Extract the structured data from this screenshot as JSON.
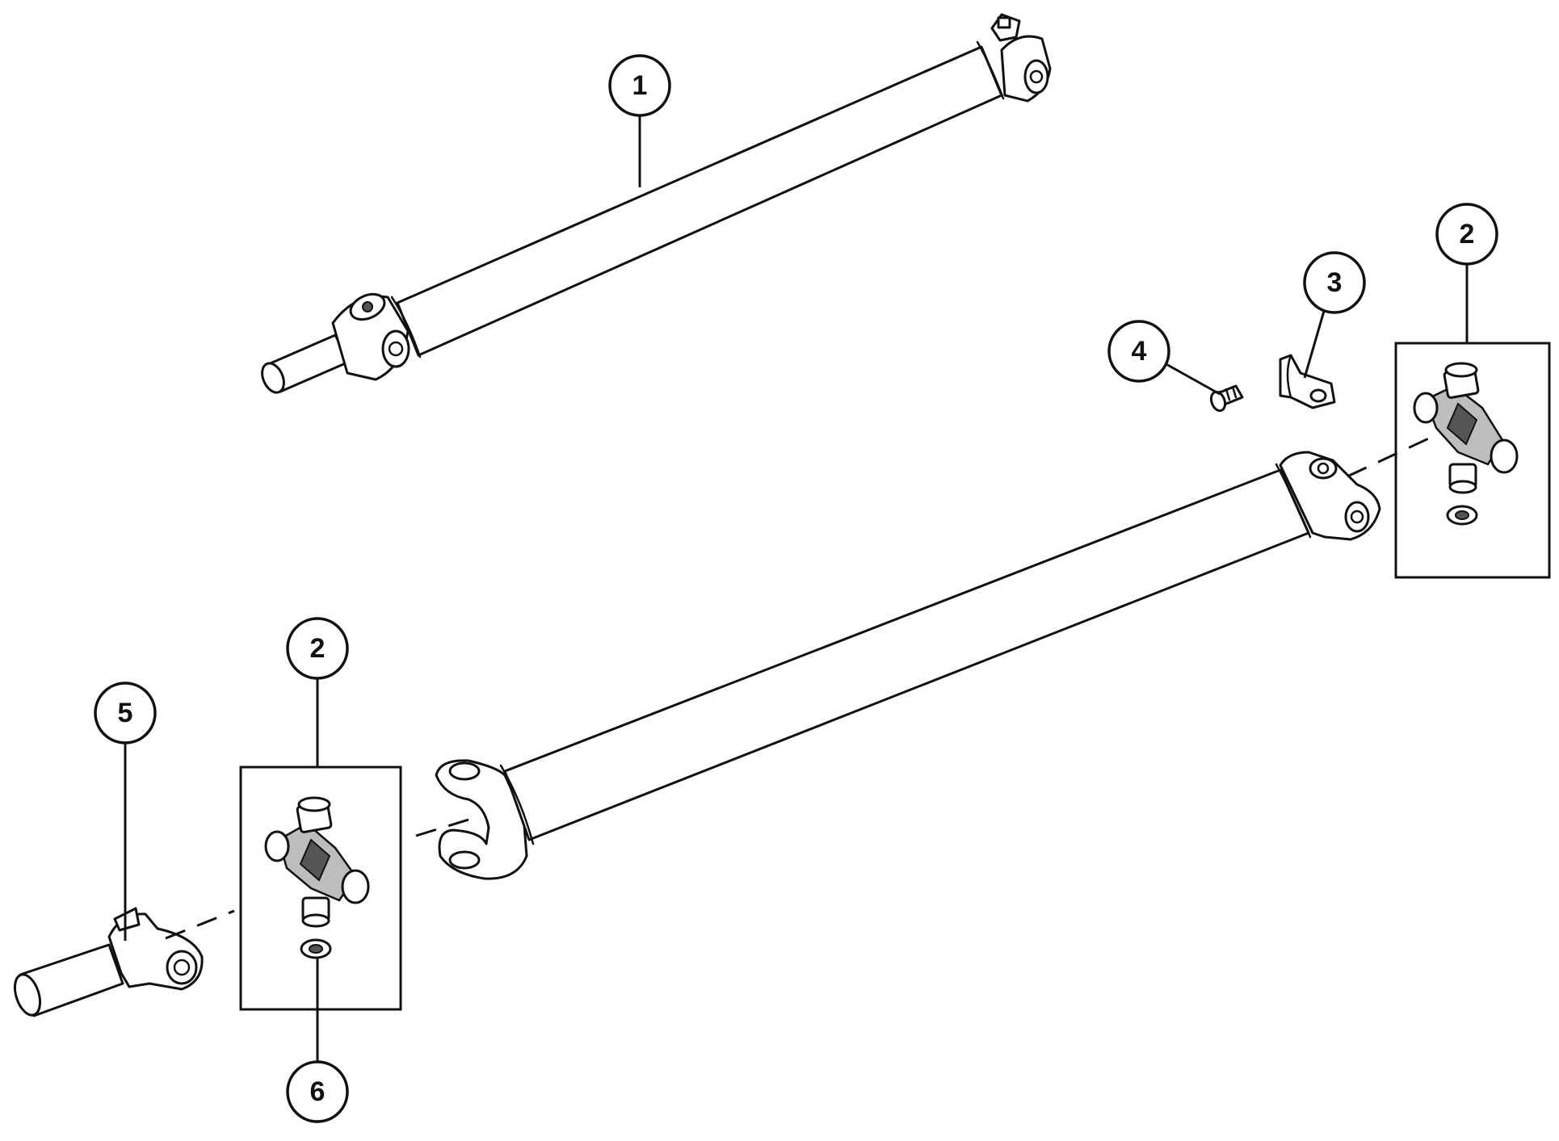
{
  "callouts": [
    {
      "id": "callout-1",
      "label": "1"
    },
    {
      "id": "callout-2-right",
      "label": "2"
    },
    {
      "id": "callout-3",
      "label": "3"
    },
    {
      "id": "callout-4",
      "label": "4"
    },
    {
      "id": "callout-2-left",
      "label": "2"
    },
    {
      "id": "callout-5",
      "label": "5"
    },
    {
      "id": "callout-6",
      "label": "6"
    }
  ],
  "colors": {
    "line": "#111111",
    "background": "#ffffff",
    "shade": "#bdbdbd"
  }
}
